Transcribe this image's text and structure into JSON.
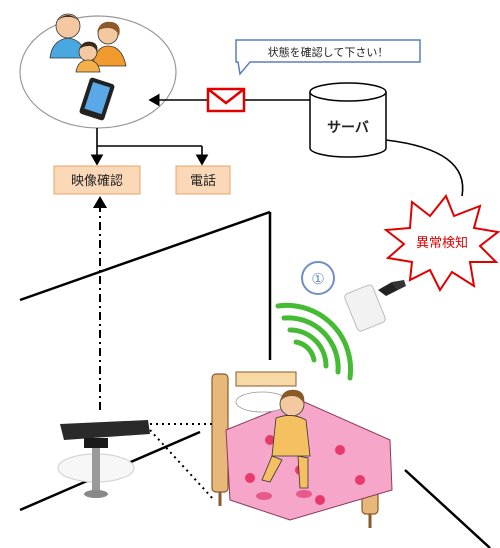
{
  "speech_bubble": {
    "text": "状態を確認して下さい！"
  },
  "server": {
    "label": "サーバ"
  },
  "actions": [
    {
      "label": "映像確認"
    },
    {
      "label": "電話"
    }
  ],
  "alert": {
    "label": "異常検知"
  },
  "step_marker": {
    "label": "①"
  },
  "colors": {
    "action_box_fill": "#fbd9b8",
    "action_box_stroke": "#e8a46a",
    "alert_stroke": "#e00000",
    "alert_text": "#e00000",
    "envelope": "#e00000",
    "callout_stroke": "#5b7fbf",
    "signal_green": "#44bb33",
    "marker_stroke": "#6f8fc9",
    "bedspread": "#f6a6c8"
  }
}
